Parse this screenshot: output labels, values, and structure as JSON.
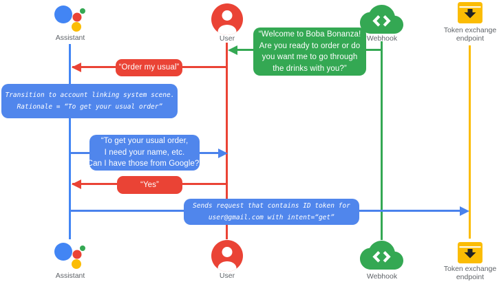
{
  "actors": {
    "assistant": {
      "label": "Assistant",
      "color": "#4285F4"
    },
    "user": {
      "label": "User",
      "color": "#EA4335"
    },
    "webhook": {
      "label": "Webhook",
      "color": "#34A853"
    },
    "token_endpoint": {
      "label": "Token exchange endpoint",
      "color": "#FBBC04"
    }
  },
  "messages": {
    "welcome": {
      "from": "Webhook",
      "to": "User",
      "color": "#34A853",
      "lines": [
        "“Welcome to Boba Bonanza!",
        "Are you ready to order or do",
        "you want me to go through",
        "the drinks with you?”"
      ]
    },
    "order_usual": {
      "from": "User",
      "to": "Assistant",
      "color": "#EA4335",
      "text": "“Order my usual”"
    },
    "transition_note": {
      "type": "note",
      "color": "#5086EC",
      "lines": [
        "Transition to account linking system scene.",
        "Rationale = “To get your usual order”"
      ]
    },
    "need_info": {
      "from": "Assistant",
      "to": "User",
      "color": "#5086EC",
      "lines": [
        "“To get your usual order,",
        "I need your name, etc.",
        "Can I have those from Google?”"
      ]
    },
    "yes": {
      "from": "User",
      "to": "Assistant",
      "color": "#EA4335",
      "text": "“Yes”"
    },
    "sends_request": {
      "from": "Assistant",
      "to": "Token exchange endpoint",
      "color": "#5086EC",
      "lines": [
        "Sends request that contains ID token for",
        "user@gmail.com with intent=“get”"
      ]
    }
  }
}
